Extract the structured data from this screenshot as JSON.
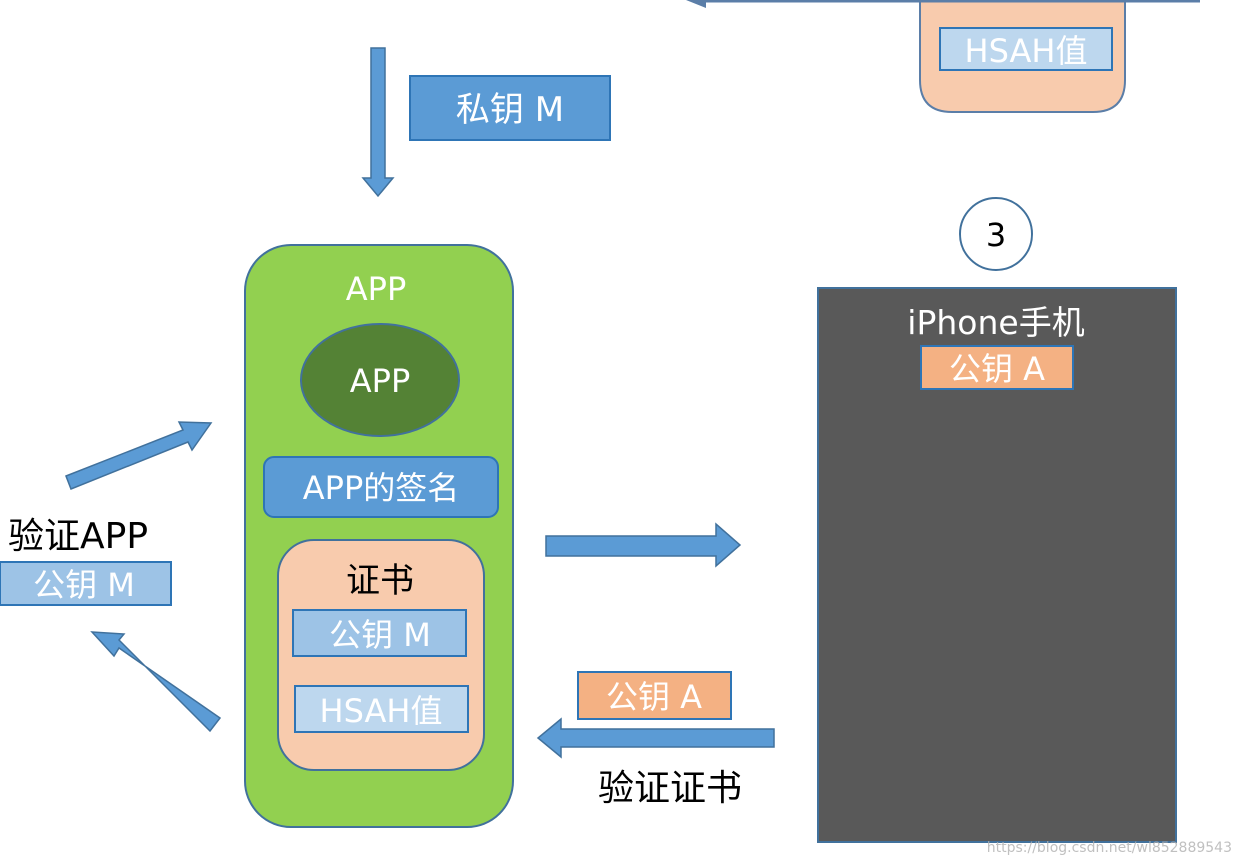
{
  "top_box": {
    "label": "HSAH值"
  },
  "private_key": {
    "label": "私钥 M"
  },
  "app": {
    "title": "APP",
    "ellipse_label": "APP",
    "signature_label": "APP的签名",
    "certificate": {
      "title": "证书",
      "public_key_label": "公钥 M",
      "hash_label": "HSAH值"
    }
  },
  "left": {
    "verify_label": "验证APP",
    "public_key_label": "公钥 M"
  },
  "step_marker": "3",
  "iphone": {
    "title": "iPhone手机",
    "public_key_label": "公钥 A"
  },
  "bottom": {
    "public_key_label": "公钥 A",
    "verify_cert_label": "验证证书"
  },
  "watermark": "https://blog.csdn.net/wl852889543",
  "colors": {
    "arrow_blue": "#5b9bd5",
    "green": "#92d050",
    "dark_green": "#548235",
    "peach": "#f8cbad",
    "orange": "#f4b183",
    "light_blue": "#bdd7ee",
    "mid_blue": "#9dc3e6",
    "phone_gray": "#595959"
  }
}
